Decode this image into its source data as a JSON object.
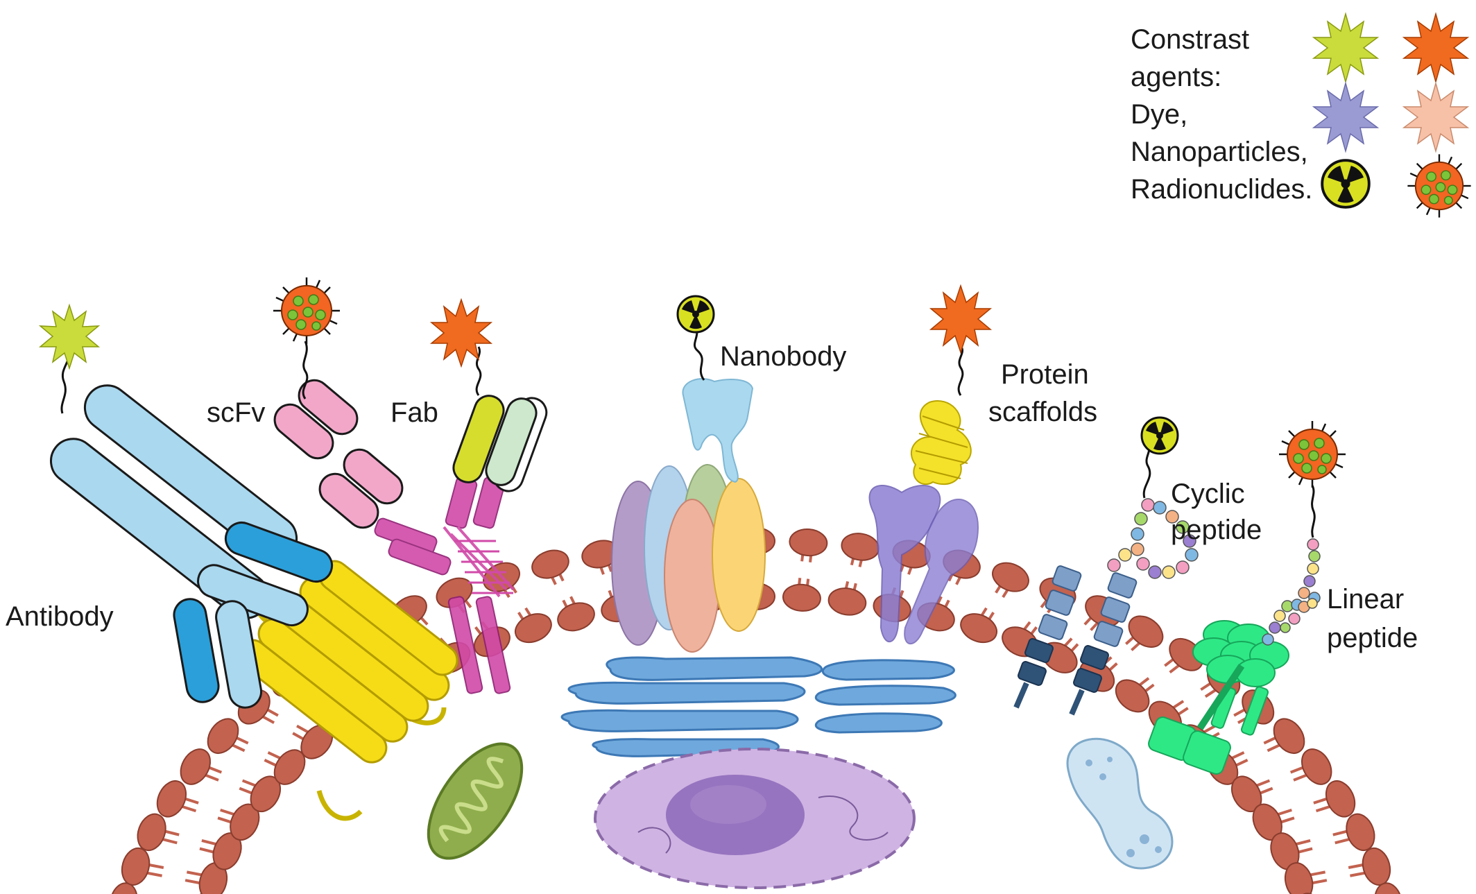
{
  "legend": {
    "lines": [
      "Constrast",
      "agents:",
      "Dye,",
      "Nanoparticles,",
      "Radionuclides."
    ],
    "swatches": [
      {
        "name": "dye-yellow-green",
        "color": "#c9dc3c"
      },
      {
        "name": "dye-orange",
        "color": "#f06a1f"
      },
      {
        "name": "dye-lavender",
        "color": "#9a9bd2"
      },
      {
        "name": "dye-peach",
        "color": "#f7c1a8"
      },
      {
        "name": "radionuclide",
        "icon": "radiation-icon"
      },
      {
        "name": "nanoparticle",
        "icon": "nanoparticle-icon"
      }
    ]
  },
  "labels": {
    "antibody": "Antibody",
    "scfv": "scFv",
    "fab": "Fab",
    "nanobody": "Nanobody",
    "protein_scaffolds": [
      "Protein",
      "scaffolds"
    ],
    "cyclic_peptide": [
      "Cyclic",
      "peptide"
    ],
    "linear_peptide": [
      "Linear",
      "peptide"
    ]
  },
  "colors": {
    "membrane_head": "#c2624f",
    "membrane_head_edge": "#8a3c2d",
    "antibody": "#a9d8ef",
    "antibody_dark": "#2b9fd9",
    "scfv": "#f2a7c9",
    "fab_green": "#cde8cc",
    "fab_yellow": "#d6dd2c",
    "receptor_magenta": "#cc3a9e",
    "gpcr_yellow": "#f5dc17",
    "nanobody": "#a9d8ef",
    "scaffold_purple": "#8c7fd3",
    "peptide_receptor": "#4f79a8",
    "linear_receptor": "#2ee886",
    "golgi": "#5b9bd5",
    "nucleus": "#c6a6dc",
    "mitochondrion": "#8fad4c"
  }
}
